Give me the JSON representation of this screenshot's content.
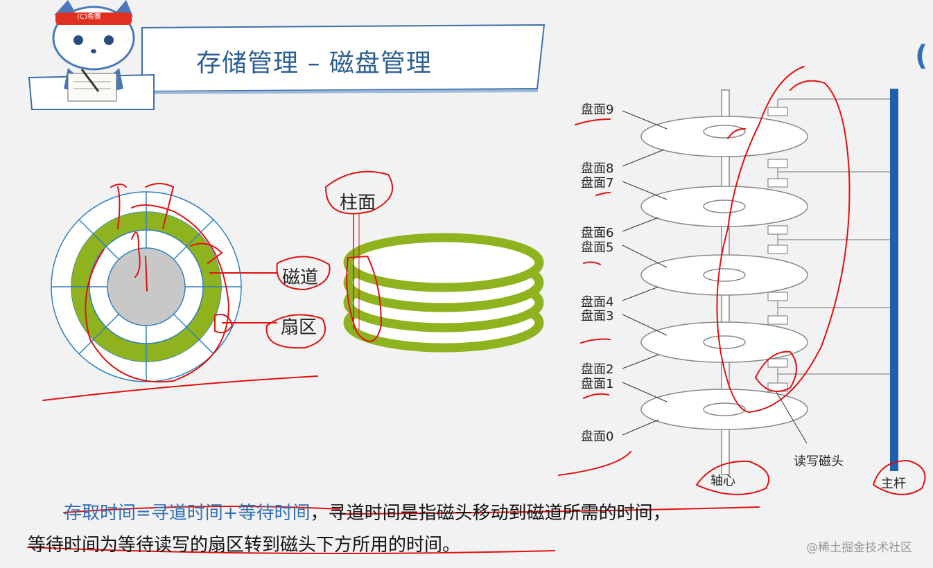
{
  "slide": {
    "title": "存储管理 – 磁盘管理",
    "mascot_badge": "(C)希赛",
    "corner_mark": "("
  },
  "left_diagram": {
    "track_label": "磁道",
    "sector_label": "扇区"
  },
  "middle_diagram": {
    "cylinder_label": "柱面"
  },
  "right_diagram": {
    "surfaces": [
      "盘面9",
      "盘面8",
      "盘面7",
      "盘面6",
      "盘面5",
      "盘面4",
      "盘面3",
      "盘面2",
      "盘面1",
      "盘面0"
    ],
    "spindle_label": "轴心",
    "head_label": "读写磁头",
    "arm_label": "主杆"
  },
  "caption": {
    "formula": "存取时间=寻道时间+等待时间",
    "line1_rest": "，寻道时间是指磁头移动到磁道所需的时间，",
    "line2": "等待时间为等待读写的扇区转到磁头下方所用的时间。"
  },
  "watermark": "@稀土掘金技术社区",
  "colors": {
    "title": "#2c5f93",
    "track_green": "#8fb31f",
    "disk_outline": "#2f7ec0",
    "annotation_red": "#e01010",
    "arm_blue": "#1f5fb0"
  }
}
